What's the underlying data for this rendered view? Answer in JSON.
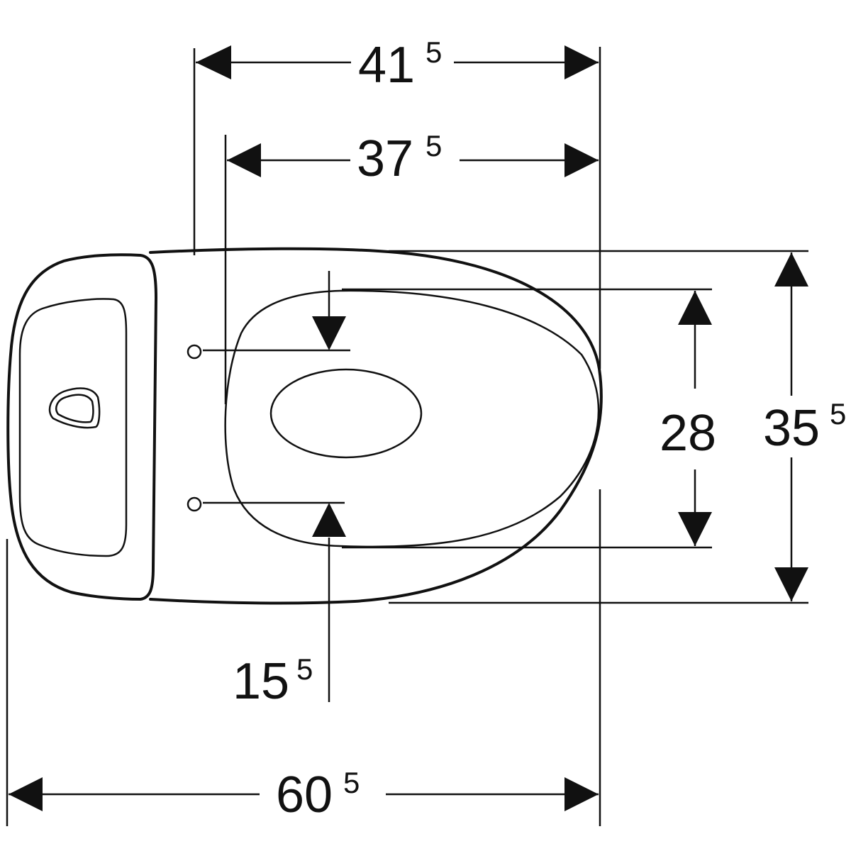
{
  "dimensions": {
    "top_outer": {
      "main": "41",
      "sup": "5"
    },
    "top_inner": {
      "main": "37",
      "sup": "5"
    },
    "seat_width": {
      "main": "28",
      "sup": ""
    },
    "overall_width": {
      "main": "35",
      "sup": "5"
    },
    "fixing_distance": {
      "main": "15",
      "sup": "5"
    },
    "overall_length": {
      "main": "60",
      "sup": "5"
    }
  }
}
